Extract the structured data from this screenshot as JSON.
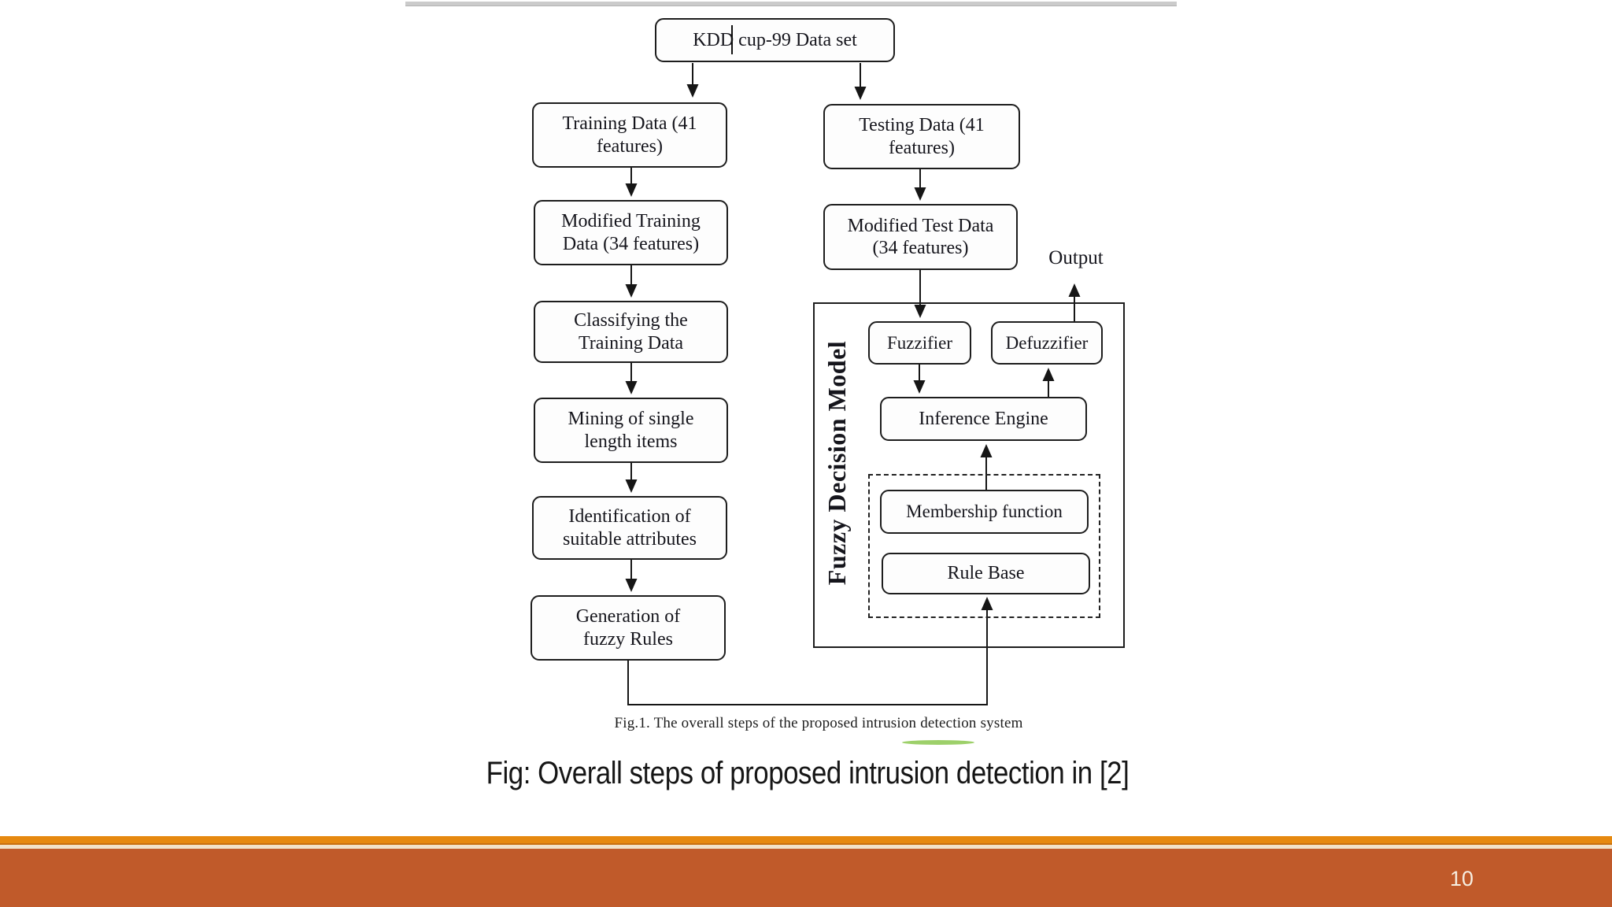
{
  "slide": {
    "caption": "Fig: Overall steps of proposed intrusion detection in [2]",
    "page_number": "10"
  },
  "figure": {
    "caption": "Fig.1. The overall steps of the proposed intrusion detection system",
    "output_label": "Output",
    "group_label": "Fuzzy Decision Model",
    "nodes": {
      "kdd": "KDD cup-99 Data set",
      "training": "Training Data (41\nfeatures)",
      "modified_training": "Modified Training\nData (34 features)",
      "classifying": "Classifying the\nTraining Data",
      "mining": "Mining of single\nlength items",
      "identification": "Identification of\nsuitable attributes",
      "generation": "Generation of\nfuzzy Rules",
      "testing": "Testing Data (41\nfeatures)",
      "modified_test": "Modified Test Data\n(34 features)",
      "fuzzifier": "Fuzzifier",
      "defuzzifier": "Defuzzifier",
      "inference_engine": "Inference Engine",
      "membership_function": "Membership function",
      "rule_base": "Rule Base"
    }
  },
  "colors": {
    "footer_stripe": "#E6890F",
    "footer_bar": "#C05A2A",
    "highlight_green": "#8CC850",
    "line_color": "#161616"
  }
}
